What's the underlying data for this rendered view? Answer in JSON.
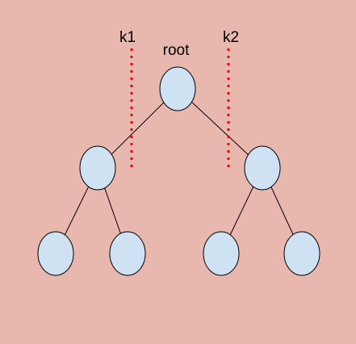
{
  "diagram": {
    "background": "#e8b8ae",
    "node_fill": "#cfe2f3",
    "node_stroke": "#000000",
    "marker_color": "#ff0000",
    "labels": {
      "k1": "k1",
      "root": "root",
      "k2": "k2"
    },
    "nodes": [
      {
        "id": "root"
      },
      {
        "id": "left-child",
        "parent": "root"
      },
      {
        "id": "right-child",
        "parent": "root"
      },
      {
        "id": "left-left-leaf",
        "parent": "left-child"
      },
      {
        "id": "left-right-leaf",
        "parent": "left-child"
      },
      {
        "id": "right-left-leaf",
        "parent": "right-child"
      },
      {
        "id": "right-right-leaf",
        "parent": "right-child"
      }
    ]
  }
}
